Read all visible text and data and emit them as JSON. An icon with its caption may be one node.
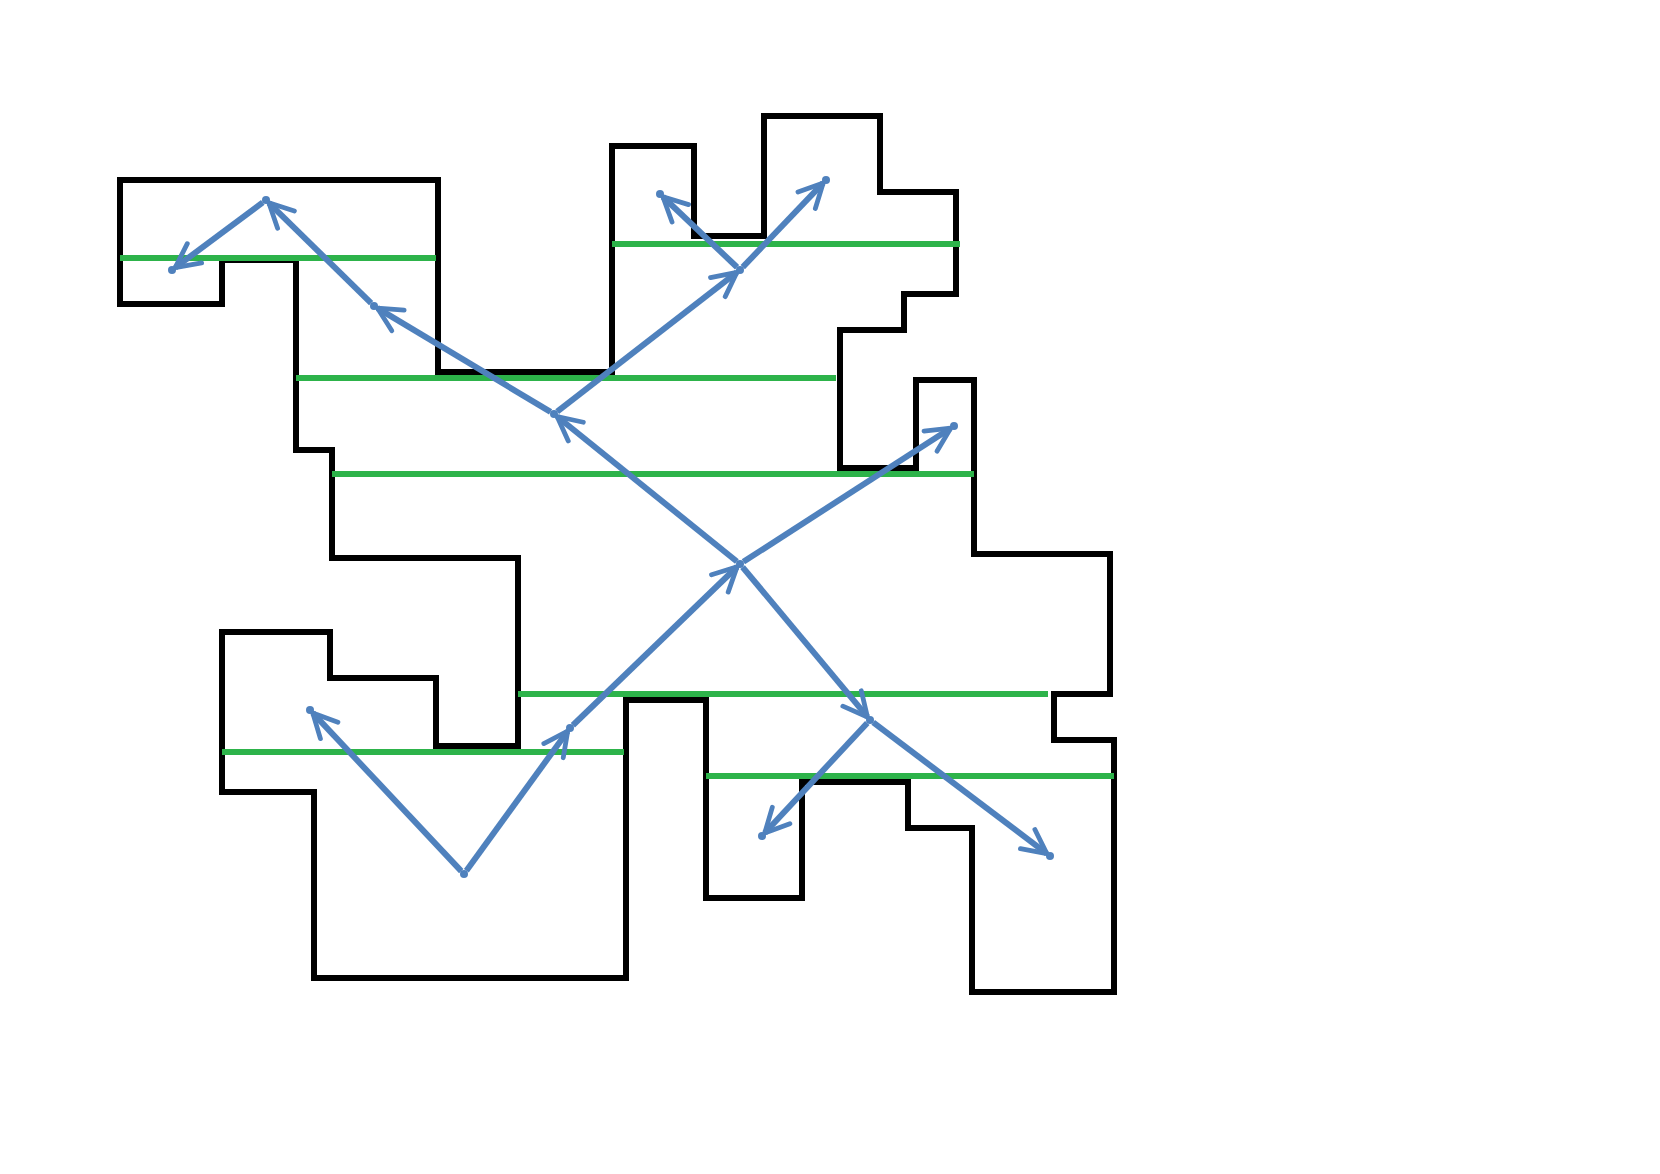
{
  "diagram": {
    "nodes": [
      {
        "text": [],
        "shape": "point"
      },
      {
        "text": [],
        "shape": "point"
      },
      {
        "text": [],
        "shape": "point"
      },
      {
        "text": [],
        "shape": "point"
      },
      {
        "text": [],
        "shape": "point"
      },
      {
        "text": [],
        "shape": "point"
      },
      {
        "text": [],
        "shape": "point"
      },
      {
        "text": [],
        "shape": "point"
      },
      {
        "text": [],
        "shape": "point"
      },
      {
        "text": [],
        "shape": "point"
      },
      {
        "text": [],
        "shape": "point"
      },
      {
        "text": [],
        "shape": "point"
      },
      {
        "text": [],
        "shape": "point"
      },
      {
        "text": [],
        "shape": "point"
      },
      {
        "text": [],
        "shape": "point"
      }
    ],
    "edges": [
      {
        "from": 0,
        "to": 1,
        "arrow": "to"
      },
      {
        "from": 0,
        "to": 2,
        "arrow": "to"
      },
      {
        "from": 2,
        "to": 3,
        "arrow": "to"
      },
      {
        "from": 3,
        "to": 4,
        "arrow": "to"
      },
      {
        "from": 3,
        "to": 5,
        "arrow": "to"
      },
      {
        "from": 3,
        "to": 6,
        "arrow": "to"
      },
      {
        "from": 5,
        "to": 7,
        "arrow": "to"
      },
      {
        "from": 7,
        "to": 8,
        "arrow": "to"
      },
      {
        "from": 8,
        "to": 9,
        "arrow": "to"
      },
      {
        "from": 5,
        "to": 10,
        "arrow": "to"
      },
      {
        "from": 10,
        "to": 11,
        "arrow": "to"
      },
      {
        "from": 10,
        "to": 12,
        "arrow": "to"
      },
      {
        "from": 6,
        "to": 13,
        "arrow": "to"
      },
      {
        "from": 6,
        "to": 14,
        "arrow": "to"
      }
    ]
  }
}
